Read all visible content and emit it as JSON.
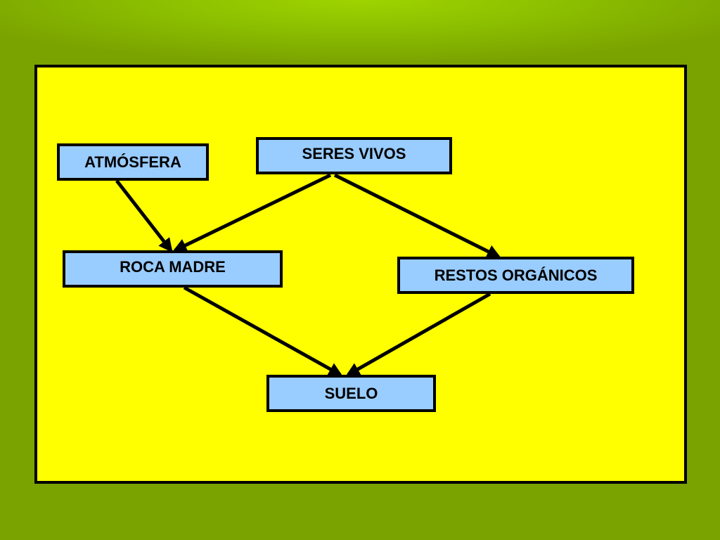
{
  "diagram": {
    "nodes": {
      "atmosfera": "ATMÓSFERA",
      "seres_vivos": "SERES VIVOS",
      "roca_madre": "ROCA MADRE",
      "restos_organicos": "RESTOS ORGÁNICOS",
      "suelo": "SUELO"
    },
    "edges": [
      {
        "from": "ATMÓSFERA",
        "to": "ROCA MADRE"
      },
      {
        "from": "SERES VIVOS",
        "to": "ROCA MADRE"
      },
      {
        "from": "SERES VIVOS",
        "to": "RESTOS ORGÁNICOS"
      },
      {
        "from": "ROCA MADRE",
        "to": "SUELO"
      },
      {
        "from": "RESTOS ORGÁNICOS",
        "to": "SUELO"
      }
    ]
  },
  "colors": {
    "background": "#7aa300",
    "panel": "#ffff00",
    "node_fill": "#99ccff",
    "outline": "#000000"
  }
}
